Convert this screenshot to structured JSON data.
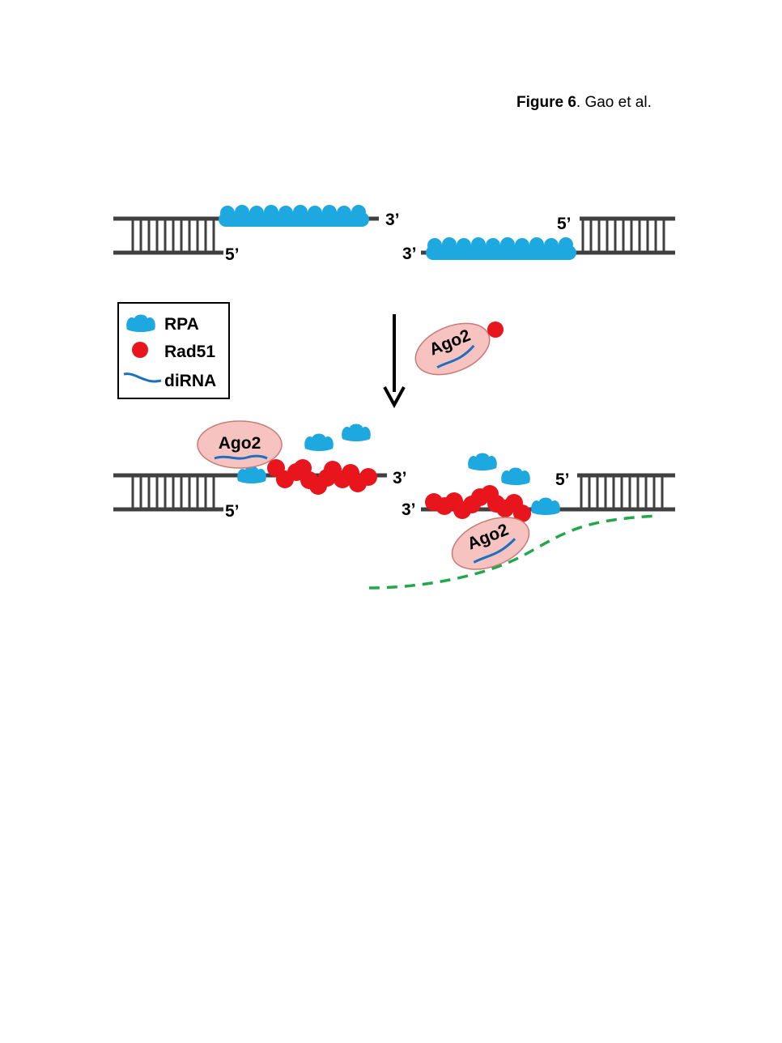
{
  "caption": {
    "figure": "Figure 6",
    "rest": ". Gao et al."
  },
  "legend": {
    "rpa": "RPA",
    "rad51": "Rad51",
    "dirna": "diRNA"
  },
  "labels": {
    "top_left_3": "3’",
    "top_left_5": "5’",
    "top_right_3": "3’",
    "top_right_5": "5’",
    "bot_left_3": "3’",
    "bot_left_5": "5’",
    "bot_right_3": "3’",
    "bot_right_5": "5’"
  },
  "ago": {
    "free": "Ago2",
    "left": "Ago2",
    "right": "Ago2"
  },
  "colors": {
    "rpa": "#1ea8e0",
    "rad51": "#e8151c",
    "dna": "#404040",
    "dirna": "#1d6fc0",
    "ago_fill": "#f6c3c0",
    "ago_stroke": "#c77a76",
    "template_strand": "#22a84a"
  }
}
